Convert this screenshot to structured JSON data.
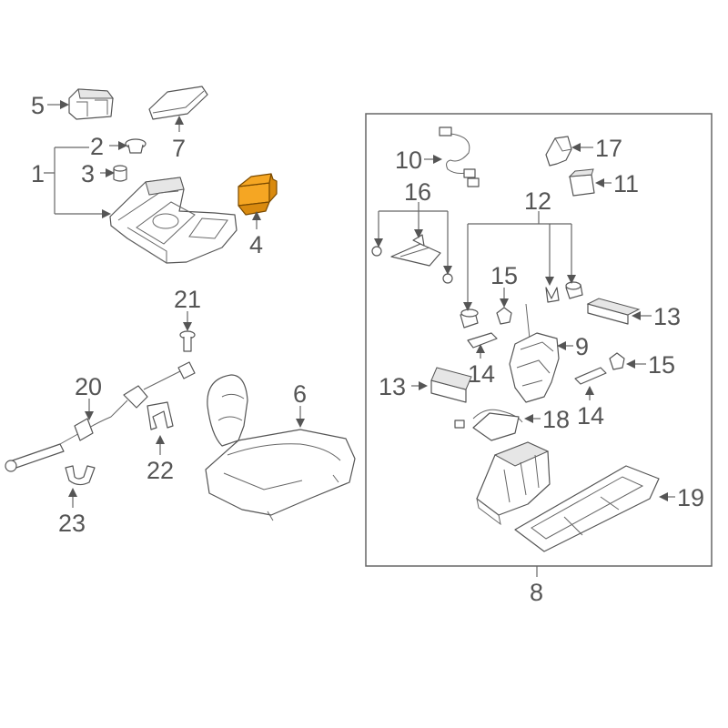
{
  "diagram": {
    "highlight_color": "#f5a623",
    "line_color": "#555555",
    "callouts": {
      "c1": "1",
      "c2": "2",
      "c3": "3",
      "c4": "4",
      "c5": "5",
      "c6": "6",
      "c7": "7",
      "c8": "8",
      "c9": "9",
      "c10": "10",
      "c11": "11",
      "c12": "12",
      "c13a": "13",
      "c13b": "13",
      "c14a": "14",
      "c14b": "14",
      "c15a": "15",
      "c15b": "15",
      "c16": "16",
      "c17": "17",
      "c18": "18",
      "c19": "19",
      "c20": "20",
      "c21": "21",
      "c22": "22",
      "c23": "23"
    }
  }
}
